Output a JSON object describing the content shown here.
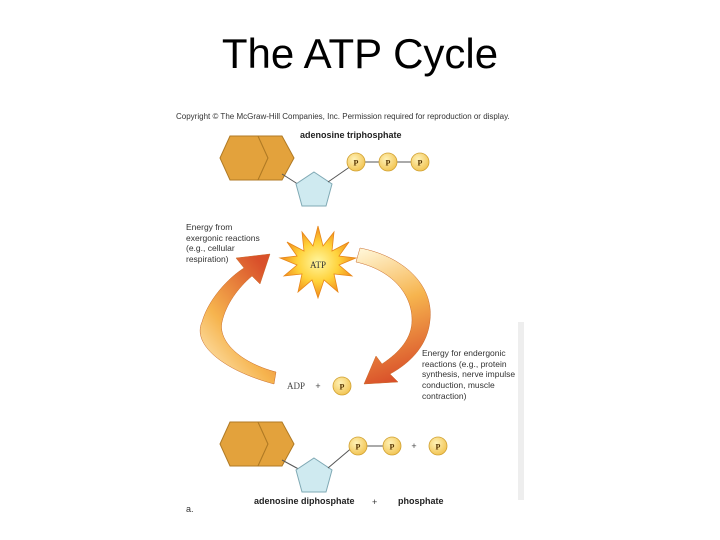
{
  "title": "The ATP Cycle",
  "figure": {
    "copyright": "Copyright © The McGraw-Hill Companies, Inc. Permission required for reproduction or display.",
    "atp_name": "adenosine triphosphate",
    "atp_star_label": "ATP",
    "phosphate_symbol": "P",
    "energy_from": "Energy from\nexergonic reactions\n(e.g., cellular\nrespiration)",
    "energy_for": "Energy for endergonic\nreactions (e.g., protein\nsynthesis, nerve impulse\nconduction, muscle\ncontraction)",
    "adp_label": "ADP",
    "adp_plus": "+",
    "adp_name": "adenosine diphosphate",
    "plus": "+",
    "phosphate_name": "phosphate",
    "panel_letter": "a."
  },
  "colors": {
    "adenine": "#E3A23C",
    "adenine_stroke": "#B07A24",
    "ribose": "#CFEAF0",
    "ribose_stroke": "#7FA9B4",
    "phosphate": "#F6D067",
    "phosphate_stroke": "#D0A030",
    "arrow_start": "#FBE3A0",
    "arrow_end": "#E0582A",
    "star_outer": "#F39A1E",
    "star_inner": "#FFF08A"
  }
}
